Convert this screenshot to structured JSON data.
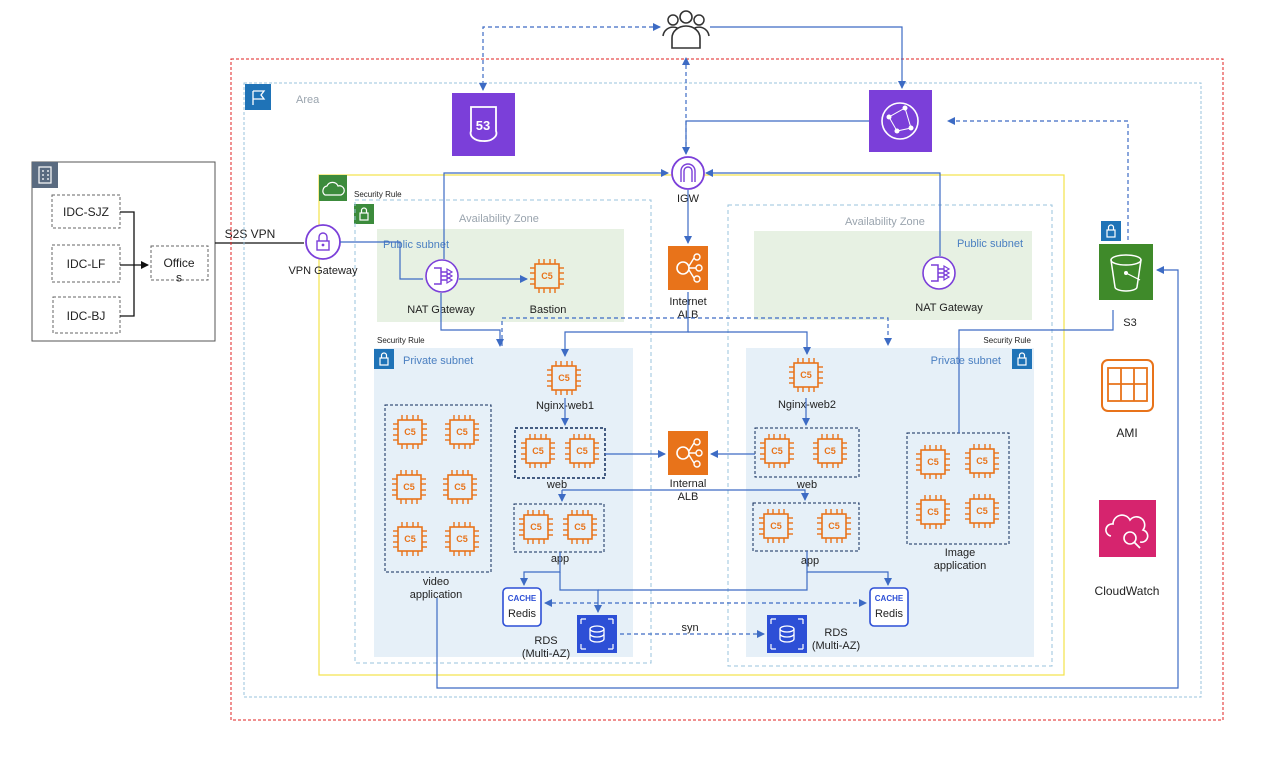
{
  "onprem": {
    "idcs": [
      "IDC-SJZ",
      "IDC-LF",
      "IDC-BJ"
    ],
    "office": "Office\ns",
    "s2s_vpn": "S2S VPN"
  },
  "area": {
    "label": "Area"
  },
  "vpn_gateway": "VPN Gateway",
  "igw": "IGW",
  "security_rule": "Security Rule",
  "az_left": {
    "label": "Availability Zone",
    "public_subnet": "Public subnet",
    "private_subnet": "Private subnet",
    "nat_gateway": "NAT Gateway",
    "bastion": "Bastion",
    "nginx": "Nginx-web1",
    "web": "web",
    "app": "app",
    "video_app": "video\napplication",
    "redis": "Redis",
    "rds": "RDS\n(Multi-AZ)"
  },
  "az_right": {
    "label": "Availability Zone",
    "public_subnet": "Public subnet",
    "private_subnet": "Private subnet",
    "nat_gateway": "NAT Gateway",
    "nginx": "Nginx-web2",
    "web": "web",
    "app": "app",
    "image_app": "Image\napplication",
    "redis": "Redis",
    "rds": "RDS\n(Multi-AZ)"
  },
  "internet_alb": "Internet\nALB",
  "internal_alb": "Internal\nALB",
  "syn": "syn",
  "c5_label": "C5",
  "cache_label": "CACHE",
  "route53_label": "53",
  "services": {
    "s3": "S3",
    "ami": "AMI",
    "cloudwatch": "CloudWatch"
  },
  "colors": {
    "ec2": "#e8731a",
    "purple": "#7b3fd9",
    "arrow": "#3d6bc4",
    "red_border": "#e02020",
    "yellow_border": "#f3e24a",
    "public_subnet_bg": "#e7f1e3",
    "private_subnet_bg": "#e6f0f8",
    "s3": "#3f8a2a",
    "cloudwatch": "#d6246e"
  }
}
